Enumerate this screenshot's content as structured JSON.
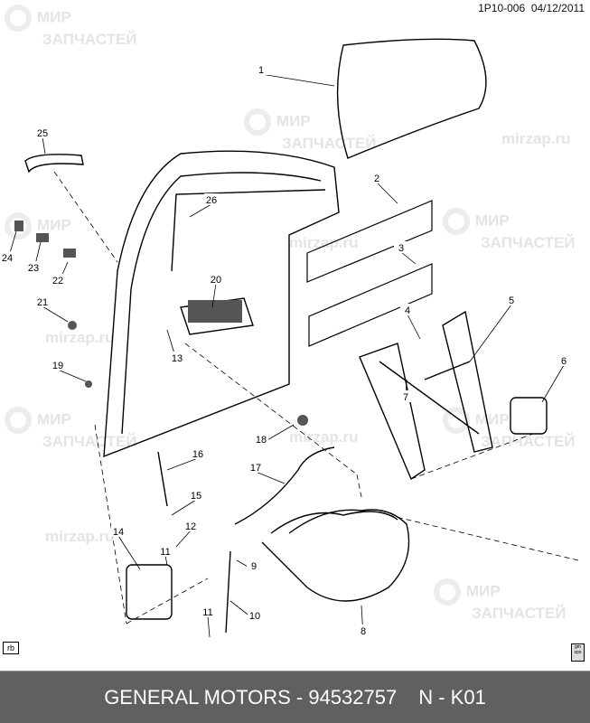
{
  "header": {
    "code": "1P10-006",
    "date": "04/12/2011"
  },
  "watermark": {
    "line1": "МИР",
    "line2": "ЗАПЧАСТЕЙ",
    "site": "mirzap.ru"
  },
  "callouts": [
    "1",
    "2",
    "3",
    "4",
    "5",
    "6",
    "7",
    "8",
    "9",
    "10",
    "11",
    "11",
    "12",
    "13",
    "14",
    "15",
    "16",
    "17",
    "18",
    "19",
    "20",
    "21",
    "22",
    "23",
    "24",
    "25",
    "26"
  ],
  "badges": {
    "rb": "rb",
    "gm": "gm spo"
  },
  "footer": {
    "brand_part": "GENERAL MOTORS - 94532757",
    "code": "N - K01"
  }
}
